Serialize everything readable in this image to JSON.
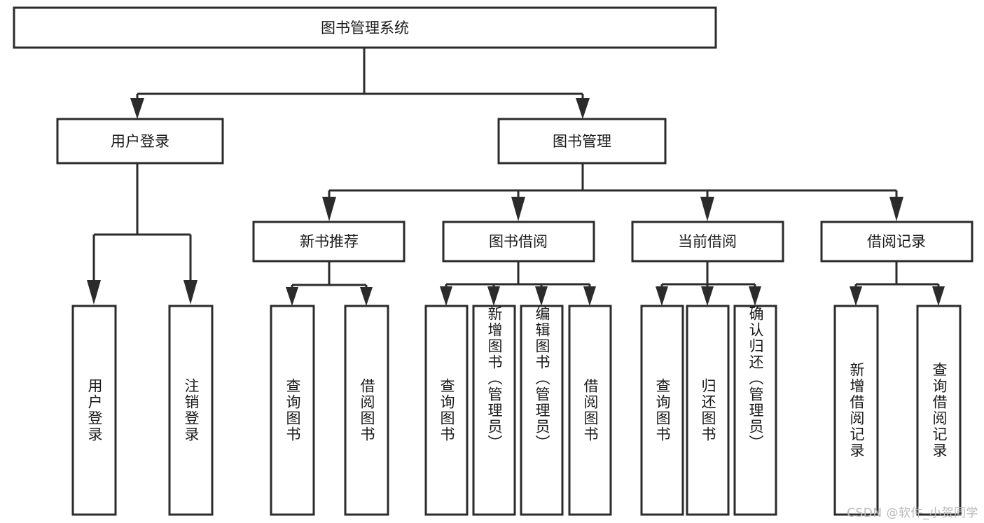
{
  "diagram": {
    "title": "图书管理系统",
    "type": "tree-hierarchy",
    "orientation": "top-down",
    "colors": {
      "stroke": "#2b2b2b",
      "fill": "#ffffff",
      "text": "#1a1a1a",
      "watermark": "#b9b9b9",
      "background": "#ffffff"
    },
    "root": {
      "label": "图书管理系统"
    },
    "level2": [
      {
        "label": "用户登录"
      },
      {
        "label": "图书管理"
      }
    ],
    "level3": [
      {
        "label": "新书推荐"
      },
      {
        "label": "图书借阅"
      },
      {
        "label": "当前借阅"
      },
      {
        "label": "借阅记录"
      }
    ],
    "leaves": {
      "user_login": [
        {
          "label": "用户登录"
        },
        {
          "label": "注销登录"
        }
      ],
      "new_book": [
        {
          "label": "查询图书"
        },
        {
          "label": "借阅图书"
        }
      ],
      "book_borrow": [
        {
          "label": "查询图书"
        },
        {
          "label": "新增图书（管理员）"
        },
        {
          "label": "编辑图书（管理员）"
        },
        {
          "label": "借阅图书"
        }
      ],
      "current_borrow": [
        {
          "label": "查询图书"
        },
        {
          "label": "归还图书"
        },
        {
          "label": "确认归还（管理员）"
        }
      ],
      "borrow_record": [
        {
          "label": "新增借阅记录"
        },
        {
          "label": "查询借阅记录"
        }
      ]
    }
  },
  "watermark": {
    "text": "CSDN @软件_小贺同学"
  }
}
